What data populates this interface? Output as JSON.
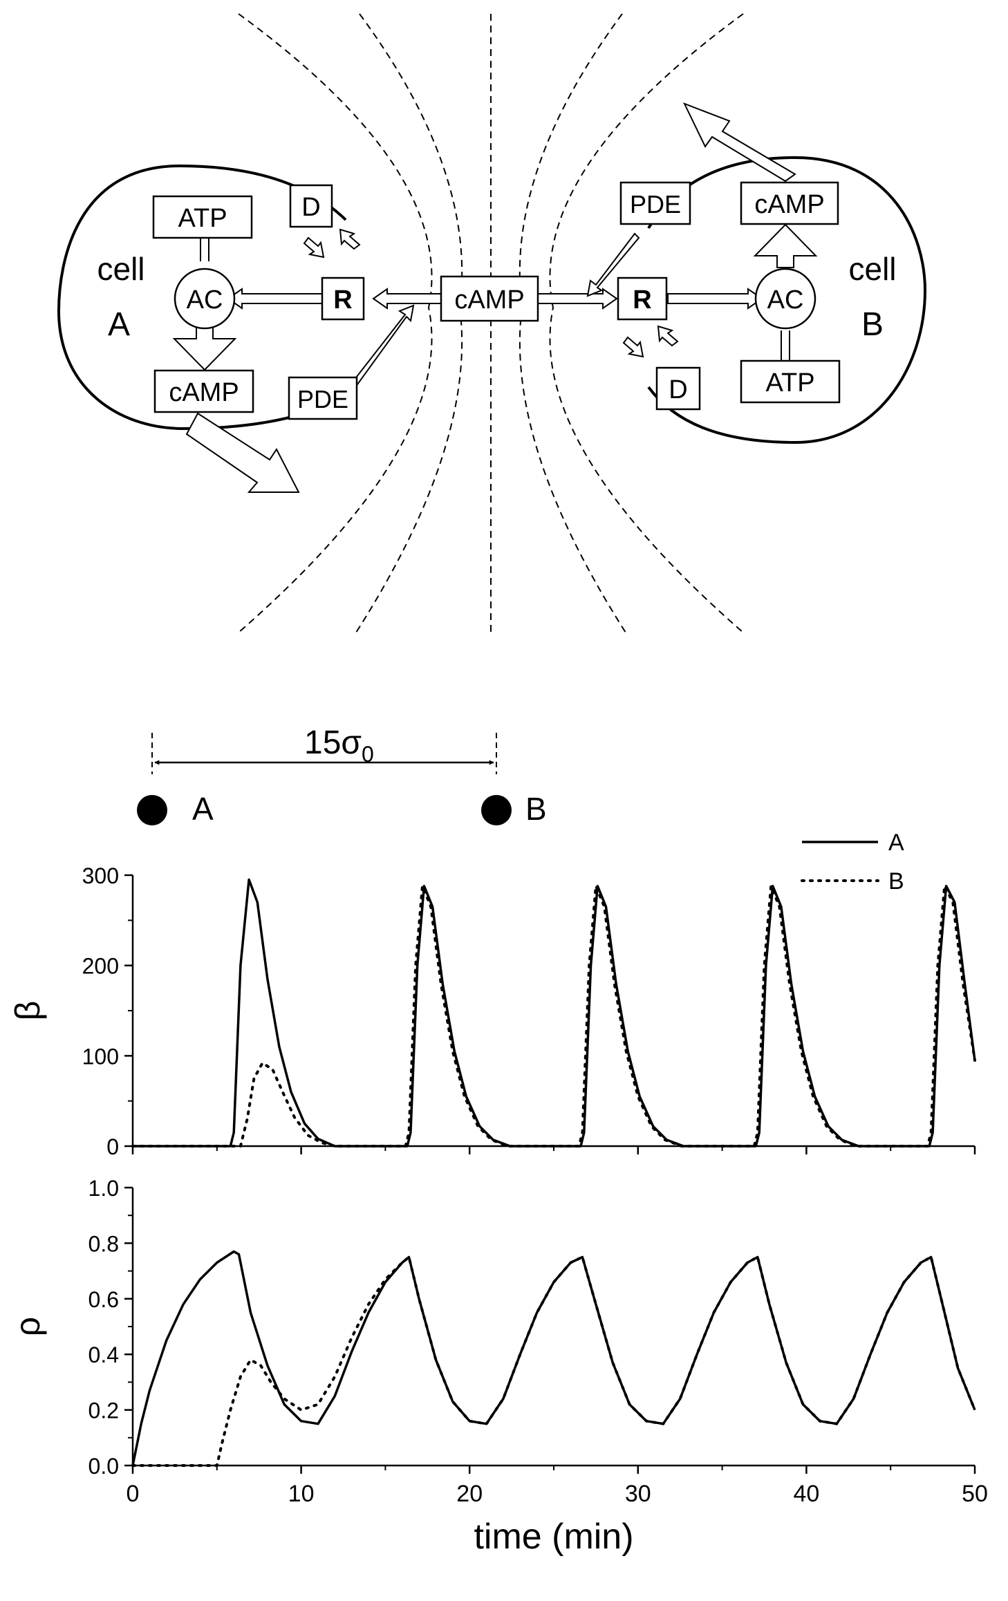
{
  "diagram": {
    "cell_a": {
      "label": "cell",
      "letter": "A"
    },
    "cell_b": {
      "label": "cell",
      "letter": "B"
    },
    "boxes": {
      "atp_a": "ATP",
      "ac_a": "AC",
      "camp_a": "cAMP",
      "d_a": "D",
      "r_a": "R",
      "pde_a": "PDE",
      "camp_center": "cAMP",
      "pde_b": "PDE",
      "camp_b": "cAMP",
      "r_b": "R",
      "ac_b": "AC",
      "d_b": "D",
      "atp_b": "ATP"
    }
  },
  "distance": {
    "label": "15σ",
    "subscript": "0",
    "point_a": "A",
    "point_b": "B"
  },
  "chart_data": [
    {
      "type": "line",
      "ylabel": "β",
      "xlabel": "",
      "xlim": [
        0,
        50
      ],
      "ylim": [
        0,
        300
      ],
      "xticks": [
        0,
        10,
        20,
        30,
        40,
        50
      ],
      "yticks": [
        0,
        100,
        200,
        300
      ],
      "legend": "top-right",
      "series": [
        {
          "name": "A",
          "style": "solid",
          "x": [
            0,
            5.8,
            6.0,
            6.4,
            6.9,
            7.4,
            8.0,
            8.7,
            9.4,
            10.2,
            11.0,
            12.0,
            16.3,
            16.5,
            16.9,
            17.3,
            17.8,
            18.4,
            19.1,
            19.8,
            20.6,
            21.4,
            22.4,
            26.6,
            26.8,
            27.2,
            27.6,
            28.1,
            28.7,
            29.4,
            30.1,
            30.9,
            31.7,
            32.7,
            37.0,
            37.2,
            37.6,
            38.0,
            38.5,
            39.1,
            39.8,
            40.5,
            41.3,
            42.1,
            43.1,
            47.3,
            47.5,
            47.9,
            48.3,
            48.8,
            49.4,
            50.0
          ],
          "y": [
            0,
            0,
            15,
            200,
            295,
            270,
            185,
            110,
            60,
            25,
            8,
            0,
            0,
            15,
            200,
            288,
            265,
            180,
            105,
            55,
            22,
            7,
            0,
            0,
            15,
            200,
            288,
            265,
            180,
            105,
            55,
            22,
            7,
            0,
            0,
            15,
            200,
            288,
            265,
            180,
            105,
            55,
            22,
            7,
            0,
            0,
            15,
            200,
            288,
            270,
            180,
            95
          ]
        },
        {
          "name": "B",
          "style": "dotted",
          "x": [
            0,
            6.4,
            6.8,
            7.2,
            7.7,
            8.3,
            8.9,
            9.6,
            10.4,
            11.2,
            12.0,
            16.2,
            16.4,
            16.8,
            17.2,
            17.7,
            18.3,
            19.0,
            19.7,
            20.5,
            21.3,
            22.3,
            26.5,
            26.7,
            27.1,
            27.5,
            28.0,
            28.6,
            29.3,
            30.0,
            30.8,
            31.6,
            32.6,
            36.9,
            37.1,
            37.5,
            37.9,
            38.4,
            39.0,
            39.7,
            40.4,
            41.2,
            42.0,
            43.0,
            47.2,
            47.4,
            47.8,
            48.2,
            48.7,
            49.3,
            50.0
          ],
          "y": [
            0,
            0,
            30,
            75,
            92,
            85,
            60,
            32,
            12,
            4,
            0,
            0,
            15,
            200,
            288,
            265,
            180,
            105,
            55,
            22,
            7,
            0,
            0,
            15,
            200,
            288,
            265,
            180,
            105,
            55,
            22,
            7,
            0,
            0,
            15,
            200,
            288,
            265,
            180,
            105,
            55,
            22,
            7,
            0,
            0,
            15,
            200,
            288,
            270,
            180,
            95
          ]
        }
      ]
    },
    {
      "type": "line",
      "ylabel": "ρ",
      "xlabel": "time (min)",
      "xlim": [
        0,
        50
      ],
      "ylim": [
        0,
        1.0
      ],
      "xticks": [
        0,
        10,
        20,
        30,
        40,
        50
      ],
      "yticks": [
        0.0,
        0.2,
        0.4,
        0.6,
        0.8,
        1.0
      ],
      "series": [
        {
          "name": "A",
          "style": "solid",
          "x": [
            0,
            0.5,
            1,
            2,
            3,
            4,
            5,
            6,
            6.3,
            7,
            8,
            9,
            10,
            11,
            12,
            13,
            14,
            15,
            16,
            16.4,
            17,
            18,
            19,
            20,
            21,
            22,
            23,
            24,
            25,
            26,
            26.7,
            27.5,
            28.5,
            29.5,
            30.5,
            31.5,
            32.5,
            33.5,
            34.5,
            35.5,
            36.5,
            37.1,
            37.8,
            38.8,
            39.8,
            40.8,
            41.8,
            42.8,
            43.8,
            44.8,
            45.8,
            46.8,
            47.4,
            48.2,
            49,
            50
          ],
          "y": [
            0,
            0.15,
            0.27,
            0.45,
            0.58,
            0.67,
            0.73,
            0.77,
            0.76,
            0.55,
            0.36,
            0.22,
            0.16,
            0.15,
            0.25,
            0.41,
            0.55,
            0.66,
            0.73,
            0.75,
            0.6,
            0.38,
            0.23,
            0.16,
            0.15,
            0.24,
            0.4,
            0.55,
            0.66,
            0.73,
            0.75,
            0.58,
            0.37,
            0.22,
            0.16,
            0.15,
            0.24,
            0.4,
            0.55,
            0.66,
            0.73,
            0.75,
            0.58,
            0.37,
            0.22,
            0.16,
            0.15,
            0.24,
            0.4,
            0.55,
            0.66,
            0.73,
            0.75,
            0.55,
            0.35,
            0.2
          ]
        },
        {
          "name": "B",
          "style": "dotted",
          "x": [
            0,
            5.0,
            5.3,
            5.8,
            6.4,
            7.0,
            7.6,
            8.2,
            9,
            10,
            11,
            12,
            13,
            14,
            15,
            16,
            16.4,
            17,
            18,
            19,
            20,
            21,
            22,
            23,
            24,
            25,
            26,
            26.7,
            27.5,
            28.5,
            29.5,
            30.5,
            31.5,
            32.5,
            33.5,
            34.5,
            35.5,
            36.5,
            37.1,
            37.8,
            38.8,
            39.8,
            40.8,
            41.8,
            42.8,
            43.8,
            44.8,
            45.8,
            46.8,
            47.4,
            48.2,
            49,
            50
          ],
          "y": [
            0,
            0,
            0.08,
            0.2,
            0.32,
            0.38,
            0.36,
            0.3,
            0.24,
            0.2,
            0.22,
            0.32,
            0.46,
            0.58,
            0.67,
            0.73,
            0.75,
            0.6,
            0.38,
            0.23,
            0.16,
            0.15,
            0.24,
            0.4,
            0.55,
            0.66,
            0.73,
            0.75,
            0.58,
            0.37,
            0.22,
            0.16,
            0.15,
            0.24,
            0.4,
            0.55,
            0.66,
            0.73,
            0.75,
            0.58,
            0.37,
            0.22,
            0.16,
            0.15,
            0.24,
            0.4,
            0.55,
            0.66,
            0.73,
            0.75,
            0.55,
            0.35,
            0.2
          ]
        }
      ]
    }
  ]
}
